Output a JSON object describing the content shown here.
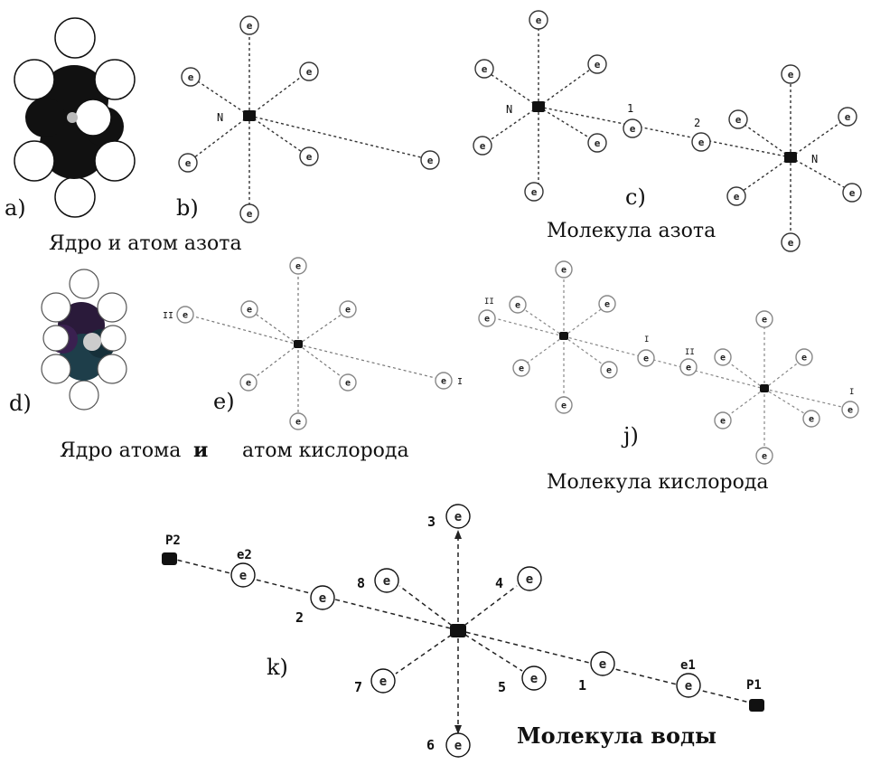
{
  "panels": {
    "a": {
      "letter": "a)"
    },
    "b": {
      "letter": "b)",
      "nucleus_label": "N",
      "electron": "e"
    },
    "c": {
      "letter": "c)",
      "nucleus_label": "N",
      "bond_1": "1",
      "bond_2": "2",
      "electron": "e"
    },
    "d": {
      "letter": "d)"
    },
    "e": {
      "letter": "e)",
      "tag_left": "II",
      "tag_right": "I",
      "electron": "e"
    },
    "j": {
      "letter": "j)",
      "tag_left": "II",
      "tag_mid1": "I",
      "tag_mid2": "II",
      "tag_right": "I",
      "electron": "e"
    },
    "k": {
      "letter": "k)",
      "electron": "e",
      "proton_left": "P2",
      "proton_right": "P1",
      "electron_left": "e2",
      "electron_right": "e1",
      "n1": "1",
      "n2": "2",
      "n3": "3",
      "n4": "4",
      "n5": "5",
      "n6": "6",
      "n7": "7",
      "n8": "8"
    }
  },
  "captions": {
    "nitrogen_atom": "Ядро и атом азота",
    "nitrogen_molecule": "Молекула азота",
    "oxygen_atom_left": "Ядро атома",
    "oxygen_atom_and": "и",
    "oxygen_atom_right": "атом кислорода",
    "oxygen_molecule": "Молекула кислорода",
    "water_molecule": "Молекула воды"
  },
  "colors": {
    "ink": "#111111",
    "dashed": "#333333",
    "faint": "#888888",
    "nucleus_colored": [
      "#2a1a3a",
      "#1e3e4a",
      "#3a2050",
      "#16303a"
    ]
  }
}
